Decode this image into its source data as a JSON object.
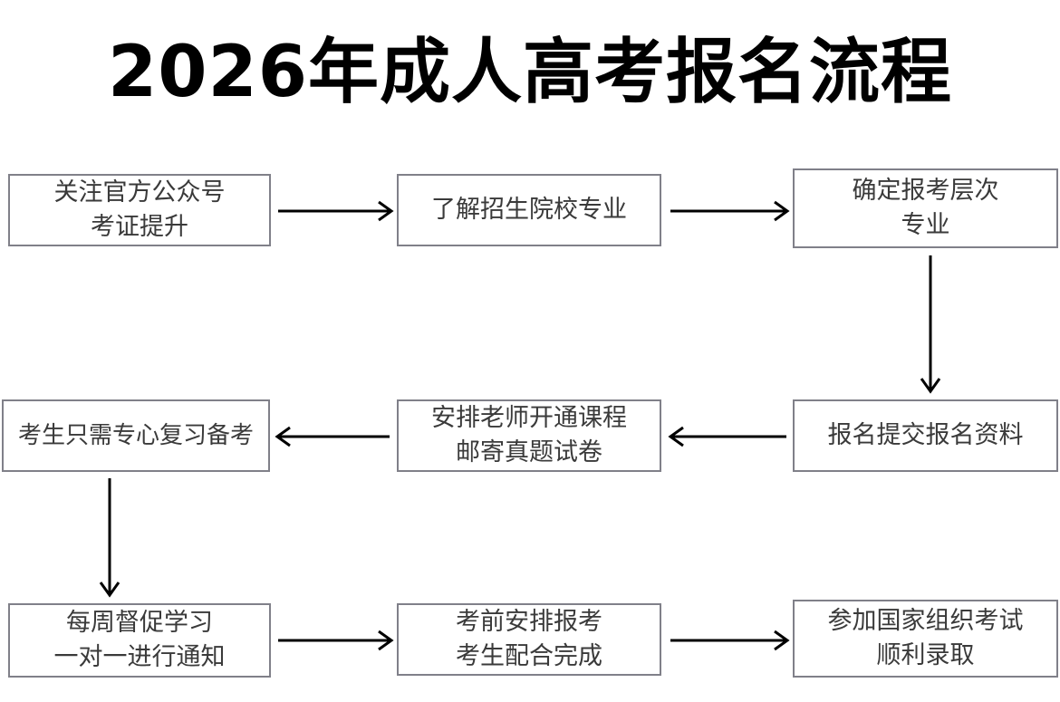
{
  "page": {
    "title": "2026年成人高考报名流程",
    "background_color": "#ffffff",
    "title_color": "#000000",
    "box_border_color": "#808089",
    "box_text_color": "#3a3a3a",
    "arrow_color": "#000000"
  },
  "chart_data": {
    "type": "diagram",
    "title": "2026年成人高考报名流程",
    "layout": "3 rows x 3 columns, serpentine (boustrophedon) flow",
    "nodes": [
      {
        "id": "box-1",
        "order": 1,
        "row": 1,
        "col": 1,
        "lines": [
          "关注官方公众号",
          "考证提升"
        ]
      },
      {
        "id": "box-2",
        "order": 2,
        "row": 1,
        "col": 2,
        "lines": [
          "了解招生院校专业"
        ]
      },
      {
        "id": "box-3",
        "order": 3,
        "row": 1,
        "col": 3,
        "lines": [
          "确定报考层次",
          "专业"
        ]
      },
      {
        "id": "box-4",
        "order": 4,
        "row": 2,
        "col": 3,
        "lines": [
          "报名提交报名资料"
        ]
      },
      {
        "id": "box-5",
        "order": 5,
        "row": 2,
        "col": 2,
        "lines": [
          "安排老师开通课程",
          "邮寄真题试卷"
        ]
      },
      {
        "id": "box-6",
        "order": 6,
        "row": 2,
        "col": 1,
        "lines": [
          "考生只需专心复习备考"
        ]
      },
      {
        "id": "box-7",
        "order": 7,
        "row": 3,
        "col": 1,
        "lines": [
          "每周督促学习",
          "一对一进行通知"
        ]
      },
      {
        "id": "box-8",
        "order": 8,
        "row": 3,
        "col": 2,
        "lines": [
          "考前安排报考",
          "考生配合完成"
        ]
      },
      {
        "id": "box-9",
        "order": 9,
        "row": 3,
        "col": 3,
        "lines": [
          "参加国家组织考试",
          "顺利录取"
        ]
      }
    ],
    "edges": [
      {
        "from": "box-1",
        "to": "box-2",
        "direction": "right"
      },
      {
        "from": "box-2",
        "to": "box-3",
        "direction": "right"
      },
      {
        "from": "box-3",
        "to": "box-4",
        "direction": "down"
      },
      {
        "from": "box-4",
        "to": "box-5",
        "direction": "left"
      },
      {
        "from": "box-5",
        "to": "box-6",
        "direction": "left"
      },
      {
        "from": "box-6",
        "to": "box-7",
        "direction": "down"
      },
      {
        "from": "box-7",
        "to": "box-8",
        "direction": "right"
      },
      {
        "from": "box-8",
        "to": "box-9",
        "direction": "right"
      }
    ]
  },
  "boxes": {
    "box1": {
      "line1": "关注官方公众号",
      "line2": "考证提升"
    },
    "box2": {
      "line1": "了解招生院校专业"
    },
    "box3": {
      "line1": "确定报考层次",
      "line2": "专业"
    },
    "box4": {
      "line1": "报名提交报名资料"
    },
    "box5": {
      "line1": "安排老师开通课程",
      "line2": "邮寄真题试卷"
    },
    "box6": {
      "line1": "考生只需专心复习备考"
    },
    "box7": {
      "line1": "每周督促学习",
      "line2": "一对一进行通知"
    },
    "box8": {
      "line1": "考前安排报考",
      "line2": "考生配合完成"
    },
    "box9": {
      "line1": "参加国家组织考试",
      "line2": "顺利录取"
    }
  }
}
